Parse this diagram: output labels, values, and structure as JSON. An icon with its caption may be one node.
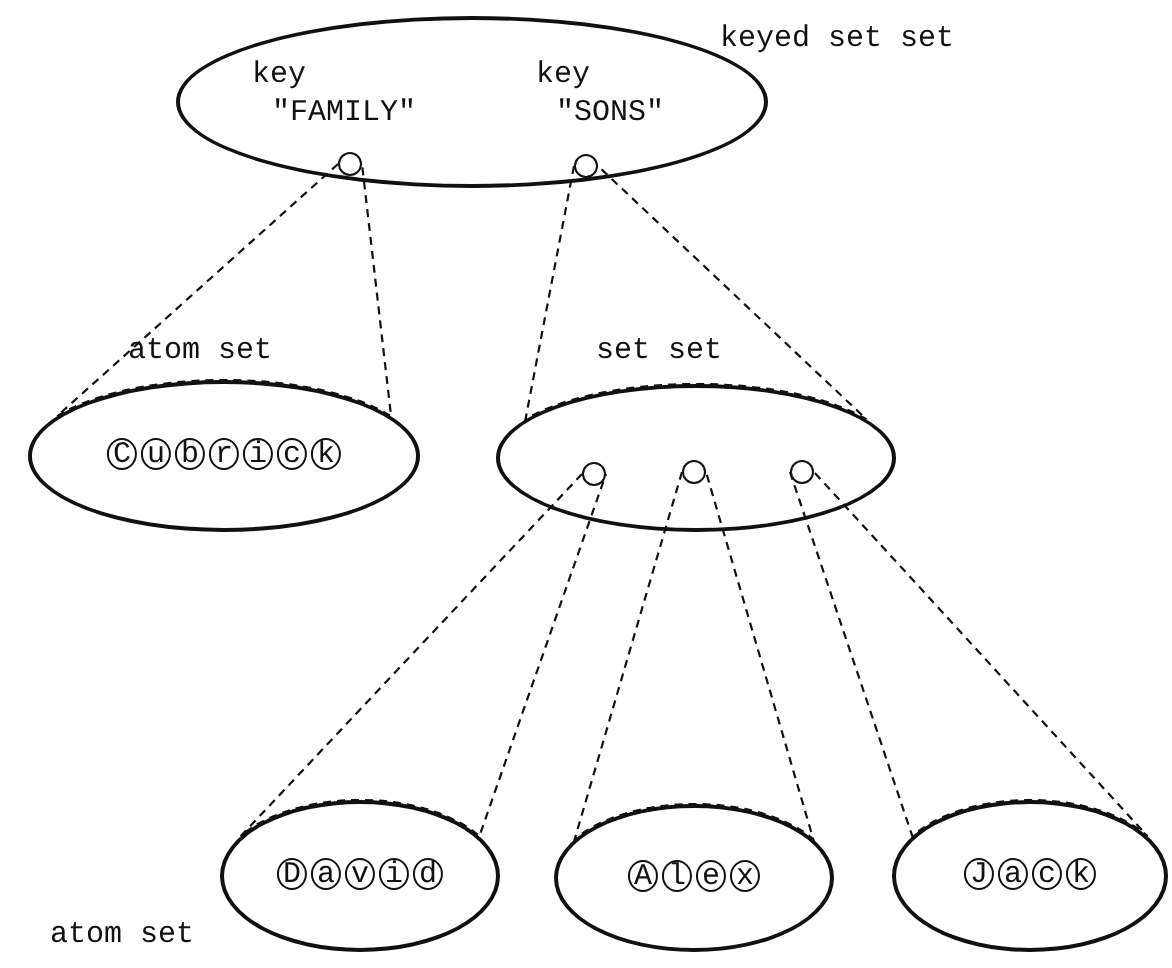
{
  "diagram": {
    "nodes": [
      {
        "text": [
          "keyed set set"
        ]
      },
      {
        "text": [
          "key \"FAMILY\""
        ],
        "in": 0
      },
      {
        "text": [
          "key \"SONS\""
        ],
        "in": 0
      },
      {
        "text": [
          "atom set",
          "C u b r i c k"
        ]
      },
      {
        "text": [
          "set set"
        ]
      },
      {
        "text": [],
        "shape": "circle",
        "in": 4
      },
      {
        "text": [],
        "shape": "circle",
        "in": 4
      },
      {
        "text": [],
        "shape": "circle",
        "in": 4
      },
      {
        "text": [
          "D a v i d"
        ]
      },
      {
        "text": [
          "A l e x"
        ]
      },
      {
        "text": [
          "J a c k"
        ]
      }
    ],
    "edges": [
      {
        "from": 1,
        "to": 3,
        "arrow": "none",
        "style": "dashed"
      },
      {
        "from": 2,
        "to": 4,
        "arrow": "none",
        "style": "dashed"
      },
      {
        "from": 5,
        "to": 8,
        "arrow": "none",
        "style": "dashed"
      },
      {
        "from": 6,
        "to": 9,
        "arrow": "none",
        "style": "dashed"
      },
      {
        "from": 7,
        "to": 10,
        "arrow": "none",
        "style": "dashed"
      }
    ],
    "labels": [
      "atom set"
    ]
  }
}
